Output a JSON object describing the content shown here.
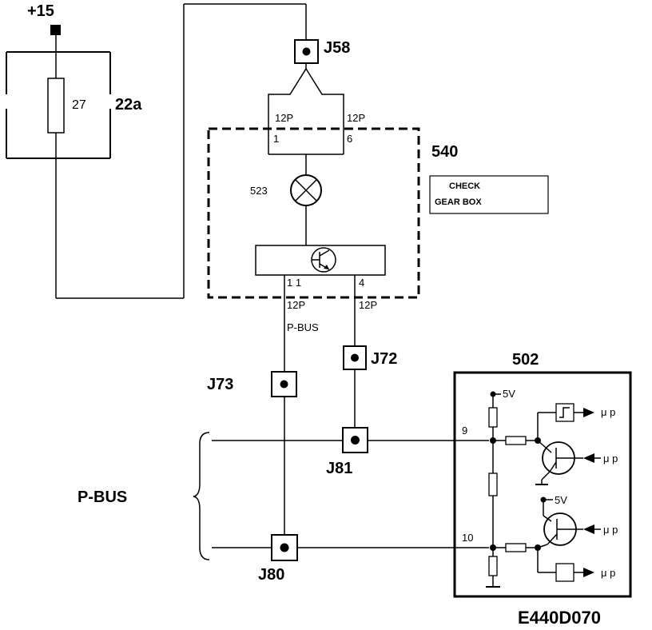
{
  "labels": {
    "supply": "+15",
    "fuse_value": "27",
    "fuse_box": "22a",
    "connector_j58": "J58",
    "pin_12p": "12P",
    "pin_1": "1",
    "pin_6": "6",
    "module_540": "540",
    "lamp_523": "523",
    "check_line1": "CHECK",
    "check_line2": "GEAR BOX",
    "pin_11": "1 1",
    "pin_4": "4",
    "pbus_small": "P-BUS",
    "connector_j72": "J72",
    "connector_j73": "J73",
    "connector_j81": "J81",
    "connector_j80": "J80",
    "pbus_big": "P-BUS",
    "module_502": "502",
    "supply_5v": "5V",
    "pin_9": "9",
    "pin_10": "10",
    "mu_p": "μ p",
    "figure_code": "E440D070"
  }
}
